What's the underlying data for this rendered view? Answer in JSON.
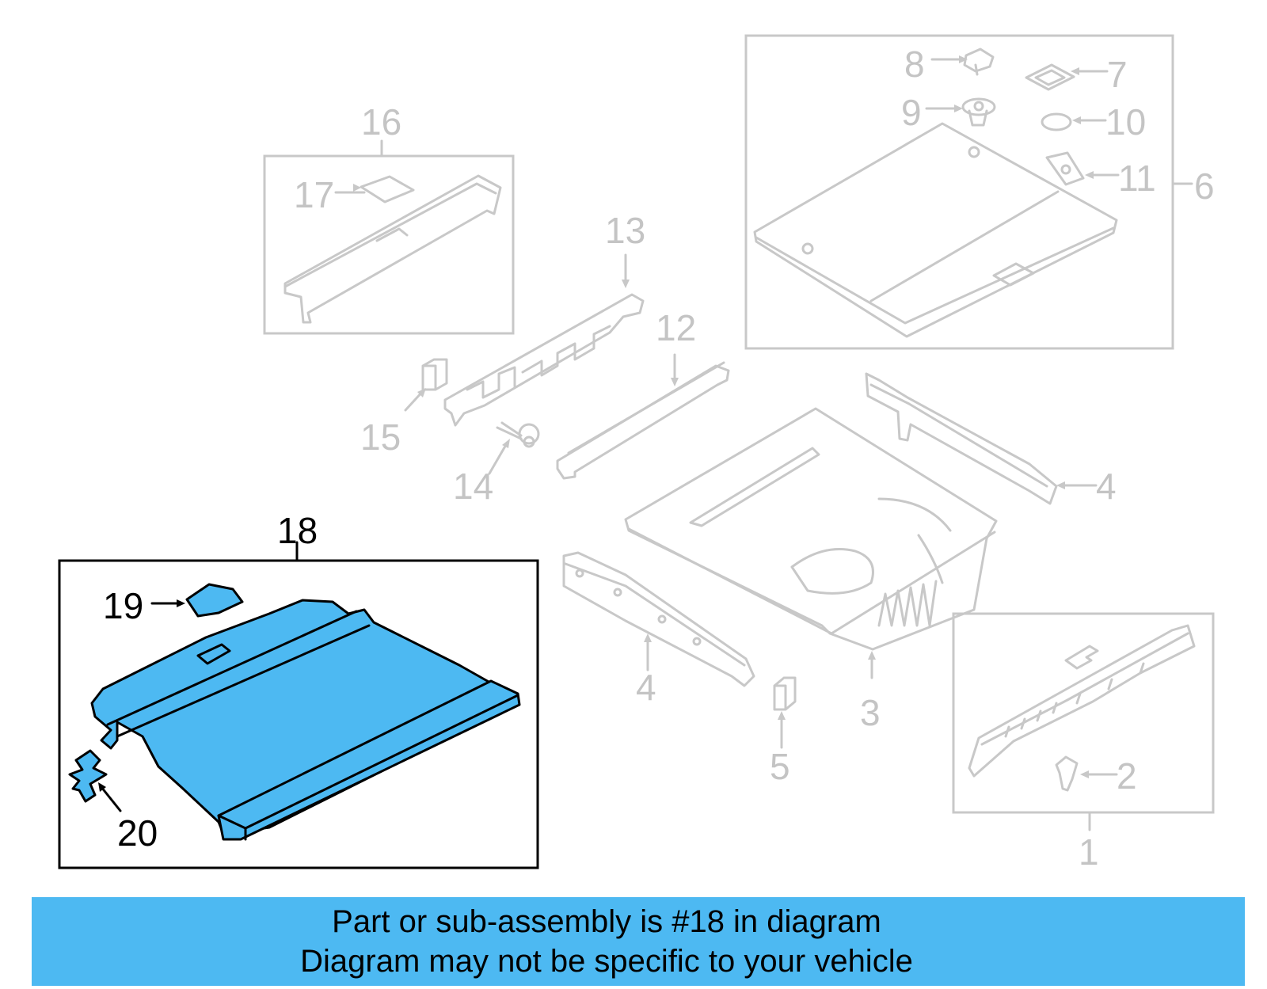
{
  "colors": {
    "highlight": "#4db9f2",
    "muted": "#c8c8c8",
    "active": "#000000"
  },
  "callouts": {
    "c1": "1",
    "c2": "2",
    "c3": "3",
    "c4a": "4",
    "c4b": "4",
    "c5": "5",
    "c6": "6",
    "c7": "7",
    "c8": "8",
    "c9": "9",
    "c10": "10",
    "c11": "11",
    "c12": "12",
    "c13": "13",
    "c14": "14",
    "c15": "15",
    "c16": "16",
    "c17": "17",
    "c18": "18",
    "c19": "19",
    "c20": "20"
  },
  "banner": {
    "line1": "Part or sub-assembly is #18 in diagram",
    "line2": "Diagram may not be specific to your vehicle"
  }
}
